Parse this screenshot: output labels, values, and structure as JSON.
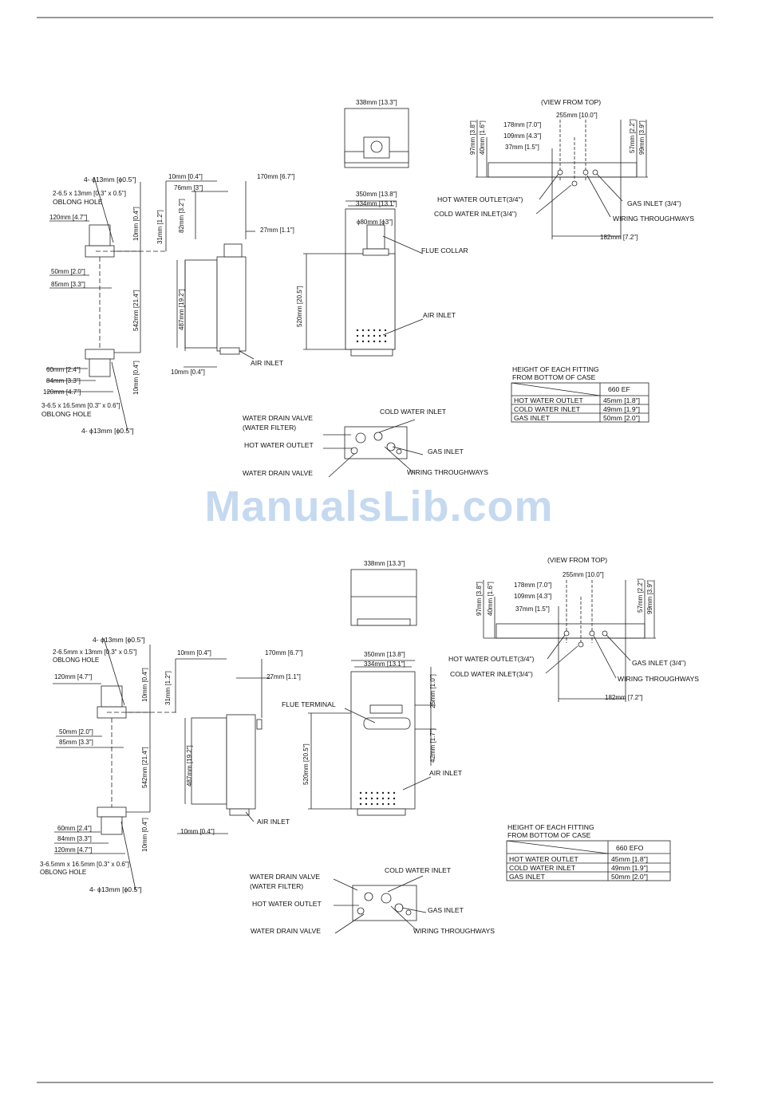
{
  "watermark": "ManualsLib.com",
  "diagrams": [
    {
      "view_from_top": "(VIEW FROM TOP)",
      "side": {
        "holes_top": "4- ϕ13mm [ϕ0.5\"]",
        "oblong_top": "2-6.5 x 13mm [0.3\" x 0.5\"]",
        "oblong_hole_top": "OBLONG HOLE",
        "d120_top": "120mm [4.7\"]",
        "d10_top": "10mm [0.4\"]",
        "d50": "50mm [2.0\"]",
        "d85": "85mm [3.3\"]",
        "d542": "542mm [21.4\"]",
        "d60": "60mm [2.4\"]",
        "d84": "84mm [3.3\"]",
        "d120_bot": "120mm [4.7\"]",
        "d10_bot": "10mm [0.4\"]",
        "oblong_bot": "3-6.5 x 16.5mm [0.3\" x 0.6\"]",
        "oblong_hole_bot": "OBLONG HOLE",
        "holes_bot": "4- ϕ13mm [ϕ0.5\"]",
        "d10_side": "10mm [0.4\"]",
        "d170": "170mm [6.7\"]",
        "d76": "76mm [3\"]",
        "d82": "82mm [3.2\"]",
        "d31": "31mm [1.2\"]",
        "d27": "27mm [1.1\"]",
        "d487": "487mm [19.2\"]",
        "d10_foot": "10mm [0.4\"]",
        "air_inlet": "AIR INLET"
      },
      "front": {
        "d338": "338mm [13.3\"]",
        "d350": "350mm [13.8\"]",
        "d334": "334mm [13.1\"]",
        "d80": "ϕ80mm [ϕ3\"]",
        "flue": "FLUE COLLAR",
        "d520": "520mm [20.5\"]",
        "air_inlet": "AIR INLET"
      },
      "top": {
        "d255": "255mm [10.0\"]",
        "d178": "178mm [7.0\"]",
        "d109": "109mm [4.3\"]",
        "d37": "37mm [1.5\"]",
        "d97": "97mm [3.8\"]",
        "d40": "40mm [1.6\"]",
        "d57": "57mm [2.2\"]",
        "d99": "99mm [3.9\"]",
        "hot_out": "HOT WATER OUTLET(3/4\")",
        "cold_in": "COLD WATER INLET(3/4\")",
        "gas_in": "GAS INLET (3/4\")",
        "wiring": "WIRING THROUGHWAYS",
        "d182": "182mm [7.2\"]"
      },
      "table": {
        "title1": "HEIGHT OF EACH FITTING",
        "title2": "FROM BOTTOM OF CASE",
        "model": "660 EF",
        "rows": [
          {
            "label": "HOT WATER OUTLET",
            "value": "45mm [1.8\"]"
          },
          {
            "label": "COLD WATER INLET",
            "value": "49mm [1.9\"]"
          },
          {
            "label": "GAS INLET",
            "value": "50mm [2.0\"]"
          }
        ]
      },
      "bottom": {
        "drain1": "WATER DRAIN VALVE",
        "drain1b": "(WATER FILTER)",
        "hot_out": "HOT WATER OUTLET",
        "drain2": "WATER DRAIN VALVE",
        "cold_in": "COLD WATER INLET",
        "gas_in": "GAS INLET",
        "wiring": "WIRING THROUGHWAYS"
      }
    },
    {
      "view_from_top": "(VIEW FROM TOP)",
      "side": {
        "holes_top": "4- ϕ13mm [ϕ0.5\"]",
        "oblong_top": "2-6.5mm x 13mm [0.3\" x 0.5\"]",
        "oblong_hole_top": "OBLONG HOLE",
        "d120_top": "120mm [4.7\"]",
        "d10_top": "10mm [0.4\"]",
        "d50": "50mm [2.0\"]",
        "d85": "85mm [3.3\"]",
        "d542": "542mm [21.4\"]",
        "d60": "60mm [2.4\"]",
        "d84": "84mm [3.3\"]",
        "d120_bot": "120mm [4.7\"]",
        "d10_bot": "10mm [0.4\"]",
        "oblong_bot": "3-6.5mm x 16.5mm [0.3\" x 0.6\"]",
        "oblong_hole_bot": "OBLONG HOLE",
        "holes_bot": "4- ϕ13mm [ϕ0.5\"]",
        "d10_side": "10mm [0.4\"]",
        "d170": "170mm [6.7\"]",
        "d31": "31mm [1.2\"]",
        "d27": "27mm [1.1\"]",
        "d487": "487mm [19.2\"]",
        "d10_foot": "10mm [0.4\"]",
        "air_inlet": "AIR INLET"
      },
      "front": {
        "d338": "338mm [13.3\"]",
        "d350": "350mm [13.8\"]",
        "d334": "334mm [13.1\"]",
        "flue": "FLUE TERMINAL",
        "d25": "25mm [1.0\"]",
        "d42": "42mm [1.7\"]",
        "d520": "520mm [20.5\"]",
        "air_inlet": "AIR INLET"
      },
      "top": {
        "d255": "255mm [10.0\"]",
        "d178": "178mm [7.0\"]",
        "d109": "109mm [4.3\"]",
        "d37": "37mm [1.5\"]",
        "d97": "97mm [3.8\"]",
        "d40": "40mm [1.6\"]",
        "d57": "57mm [2.2\"]",
        "d99": "99mm [3.9\"]",
        "hot_out": "HOT WATER OUTLET(3/4\")",
        "cold_in": "COLD WATER INLET(3/4\")",
        "gas_in": "GAS INLET (3/4\")",
        "wiring": "WIRING THROUGHWAYS",
        "d182": "182mm [7.2\"]"
      },
      "table": {
        "title1": "HEIGHT OF EACH FITTING",
        "title2": "FROM BOTTOM OF CASE",
        "model": "660 EFO",
        "rows": [
          {
            "label": "HOT WATER OUTLET",
            "value": "45mm [1.8\"]"
          },
          {
            "label": "COLD WATER INLET",
            "value": "49mm [1.9\"]"
          },
          {
            "label": "GAS INLET",
            "value": "50mm [2.0\"]"
          }
        ]
      },
      "bottom": {
        "drain1": "WATER DRAIN VALVE",
        "drain1b": "(WATER FILTER)",
        "hot_out": "HOT WATER OUTLET",
        "drain2": "WATER DRAIN VALVE",
        "cold_in": "COLD WATER INLET",
        "gas_in": "GAS INLET",
        "wiring": "WIRING THROUGHWAYS"
      }
    }
  ]
}
